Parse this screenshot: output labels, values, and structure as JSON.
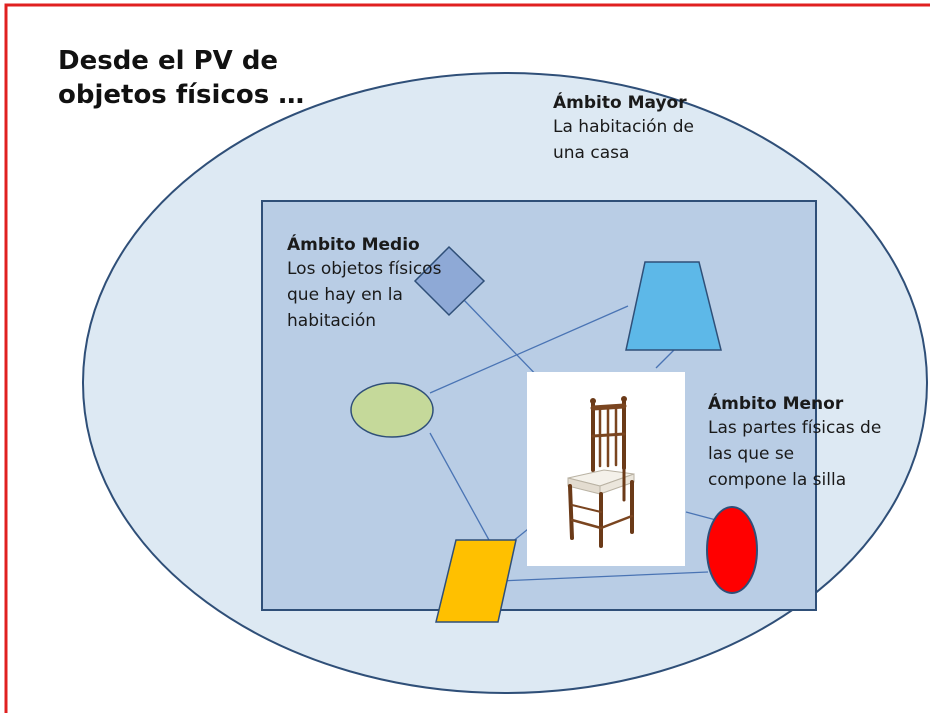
{
  "title": {
    "line1": "Desde el PV de",
    "line2": "objetos físicos …"
  },
  "ambito_mayor": {
    "heading": "Ámbito Mayor",
    "line1": "La habitación de",
    "line2": "una casa"
  },
  "ambito_medio": {
    "heading": "Ámbito Medio",
    "line1": "Los objetos físicos",
    "line2": "que hay en la",
    "line3": "habitación"
  },
  "ambito_menor": {
    "heading": "Ámbito Menor",
    "line1": "Las partes físicas de",
    "line2": "las que se",
    "line3": "compone la silla"
  },
  "colors": {
    "border": "#e02020",
    "outer_ellipse_fill": "#dde9f3",
    "outer_ellipse_stroke": "#2f4f78",
    "inner_rect_fill": "#b9cde5",
    "inner_rect_stroke": "#2f4f78",
    "diamond": "#8ea9d6",
    "trapezoid": "#5db8e8",
    "green_ellipse": "#c5d99a",
    "parallelogram": "#ffc000",
    "red_ellipse": "#ff0000",
    "connector": "#4a74b4"
  },
  "icons": [
    "chair-image"
  ]
}
